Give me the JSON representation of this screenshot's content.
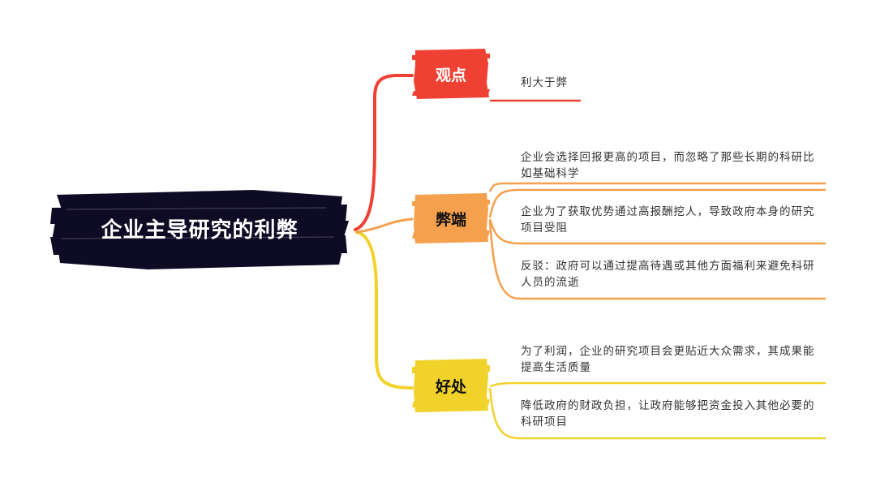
{
  "root": {
    "title": "企业主导研究的利弊"
  },
  "branches": {
    "view": {
      "label": "观点",
      "color": "#ef4034",
      "items": [
        "利大于弊"
      ]
    },
    "cons": {
      "label": "弊端",
      "color": "#f5a04c",
      "items": [
        "企业会选择回报更高的项目，而忽略了那些长期的科研比如基础科学",
        "企业为了获取优势通过高报酬挖人，导致政府本身的研究项目受阻",
        "反驳：政府可以通过提高待遇或其他方面福利来避免科研人员的流逝"
      ]
    },
    "pros": {
      "label": "好处",
      "color": "#f1d22b",
      "items": [
        "为了利润，企业的研究项目会更贴近大众需求，其成果能提高生活质量",
        "降低政府的财政负担，让政府能够把资金投入其他必要的科研项目"
      ]
    }
  },
  "colors": {
    "root_fill": "#0e0b24"
  }
}
